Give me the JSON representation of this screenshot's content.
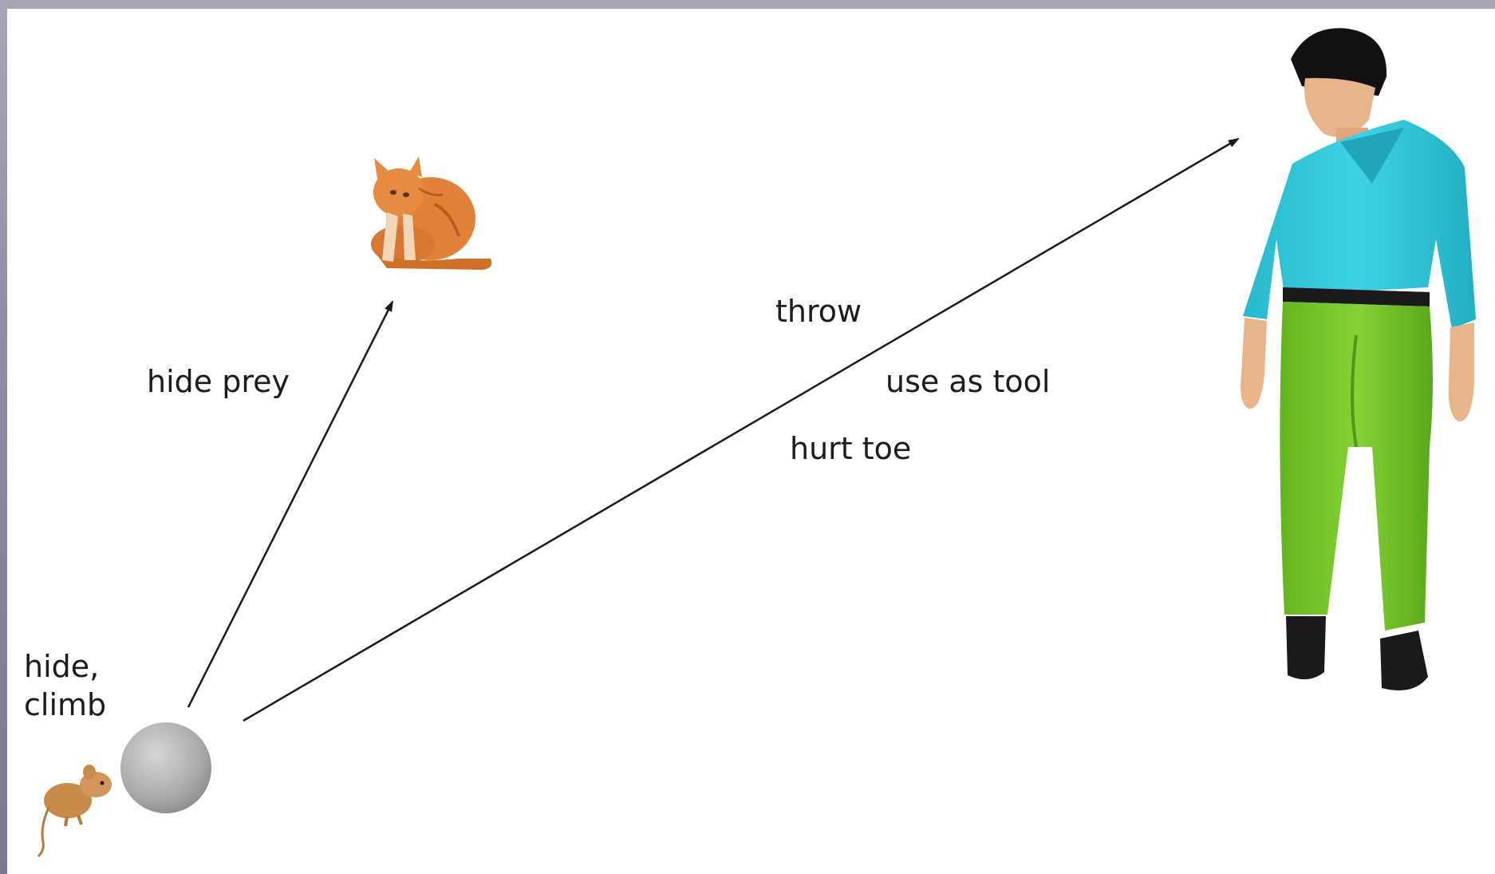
{
  "diagram": {
    "labels": {
      "hide_prey": "hide prey",
      "throw": "throw",
      "use_as_tool": "use as tool",
      "hurt_toe": "hurt toe",
      "hide_climb_line1": "hide,",
      "hide_climb_line2": "climb"
    },
    "nodes": {
      "mouse": "mouse-illustration",
      "rock": "rock-illustration",
      "cat": "kitten-illustration",
      "person": "man-illustration"
    },
    "colors": {
      "frame": "#8f8ca0",
      "background": "#ffffff",
      "arrow": "#1a1a1a",
      "shirt": "#2cc6d9",
      "pants": "#7fcc2e",
      "cat_fur": "#e0823a",
      "rock": "#b9b9b9",
      "mouse": "#c98a4c"
    }
  }
}
